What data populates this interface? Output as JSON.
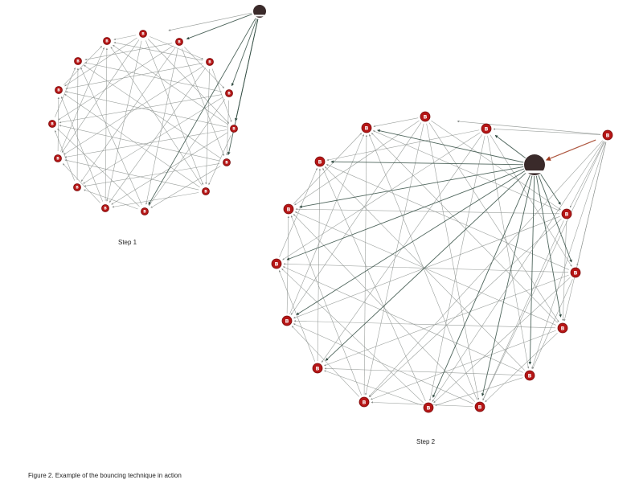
{
  "labels": {
    "step1": "Step 1",
    "step2": "Step 2",
    "caption": "Figure 2. Example of the bouncing technique in action"
  },
  "node_glyph": "B",
  "colors": {
    "node_fill": "#b51616",
    "node_stroke": "#7a0c0c",
    "hub_fill": "#3a2a2a",
    "edge_light": "#8a8f8c",
    "edge_dark": "#2f4a40",
    "edge_accent": "#a03a1e"
  }
}
